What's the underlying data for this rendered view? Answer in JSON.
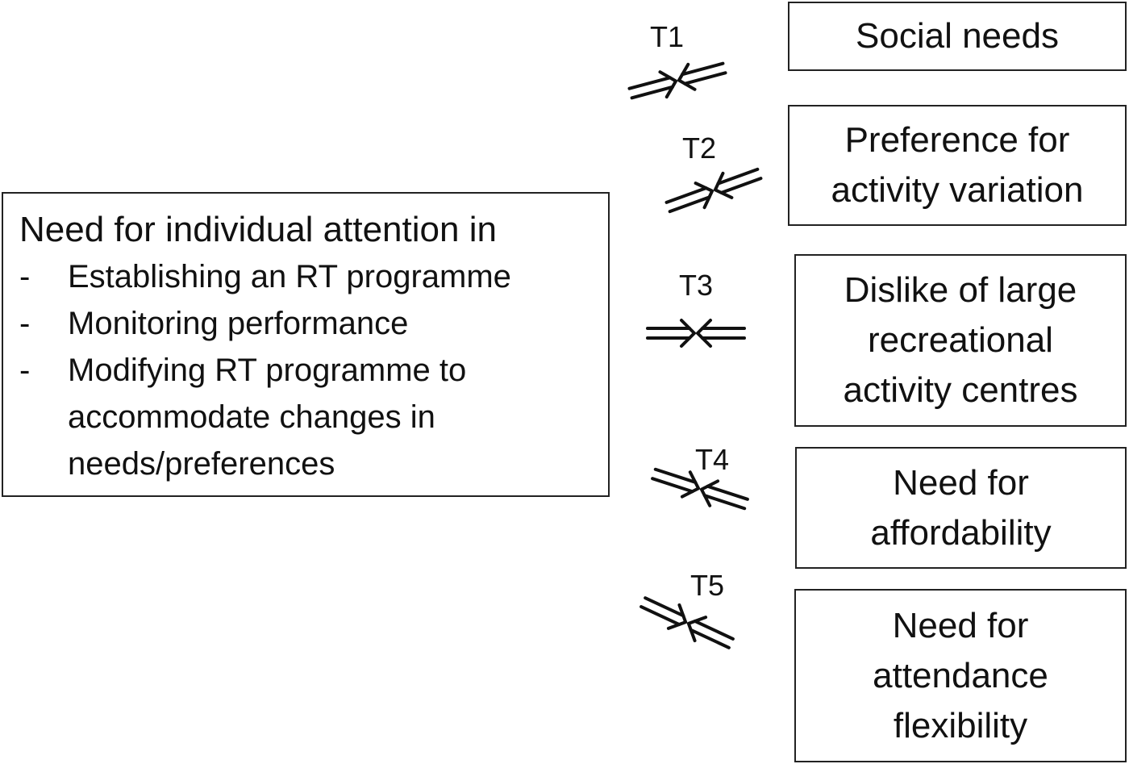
{
  "main": {
    "heading": "Need for individual attention in",
    "bullet": "-",
    "items": [
      "Establishing an RT programme",
      "Monitoring performance",
      "Modifying RT programme to accommodate changes in needs/preferences"
    ]
  },
  "themes": [
    {
      "label": "T1",
      "text": "Social needs"
    },
    {
      "label": "T2",
      "text": "Preference for\nactivity variation"
    },
    {
      "label": "T3",
      "text": "Dislike of large\nrecreational\nactivity centres"
    },
    {
      "label": "T4",
      "text": "Need for\naffordability"
    },
    {
      "label": "T5",
      "text": "Need for\nattendance\nflexibility"
    }
  ],
  "colors": {
    "line": "#111111",
    "border": "#222222",
    "background": "#ffffff"
  },
  "arrow_icon": "double-arrow-pair-icon"
}
